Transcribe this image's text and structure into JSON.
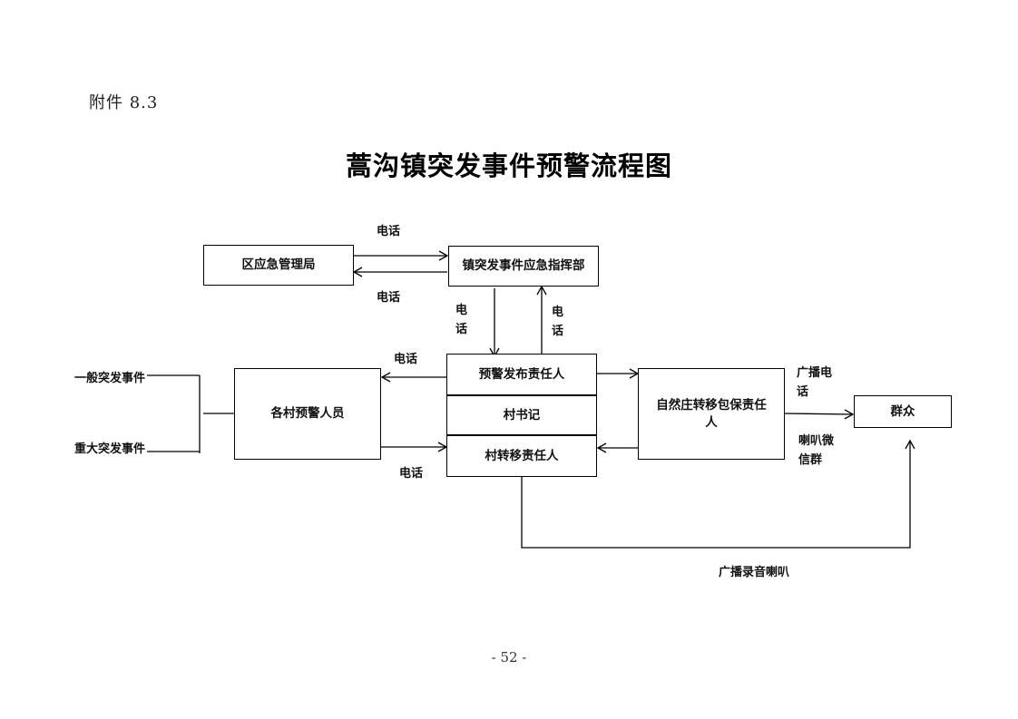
{
  "header": {
    "attachment": "附件 8.3"
  },
  "title": "蒿沟镇突发事件预警流程图",
  "boxes": {
    "district_bureau": "区应急管理局",
    "town_command": "镇突发事件应急指挥部",
    "village_warning_staff": "各村预警人员",
    "warning_release": "预警发布责任人",
    "village_secretary": "村书记",
    "village_transfer": "村转移责任人",
    "natural_village": "自然庄转移包保责任人",
    "masses": "群众"
  },
  "labels": {
    "phone_top": "电话",
    "phone_bottom": "电话",
    "phone_down": "电话",
    "phone_up": "电话",
    "phone_left": "电话",
    "phone_right": "电话",
    "broadcast_phone": "广播电话",
    "horn_wechat": "喇叭微信群",
    "general_event": "一般突发事件",
    "major_event": "重大突发事件",
    "broadcast_recording": "广播录音喇叭"
  },
  "footer": {
    "page_number": "- 52 -"
  }
}
